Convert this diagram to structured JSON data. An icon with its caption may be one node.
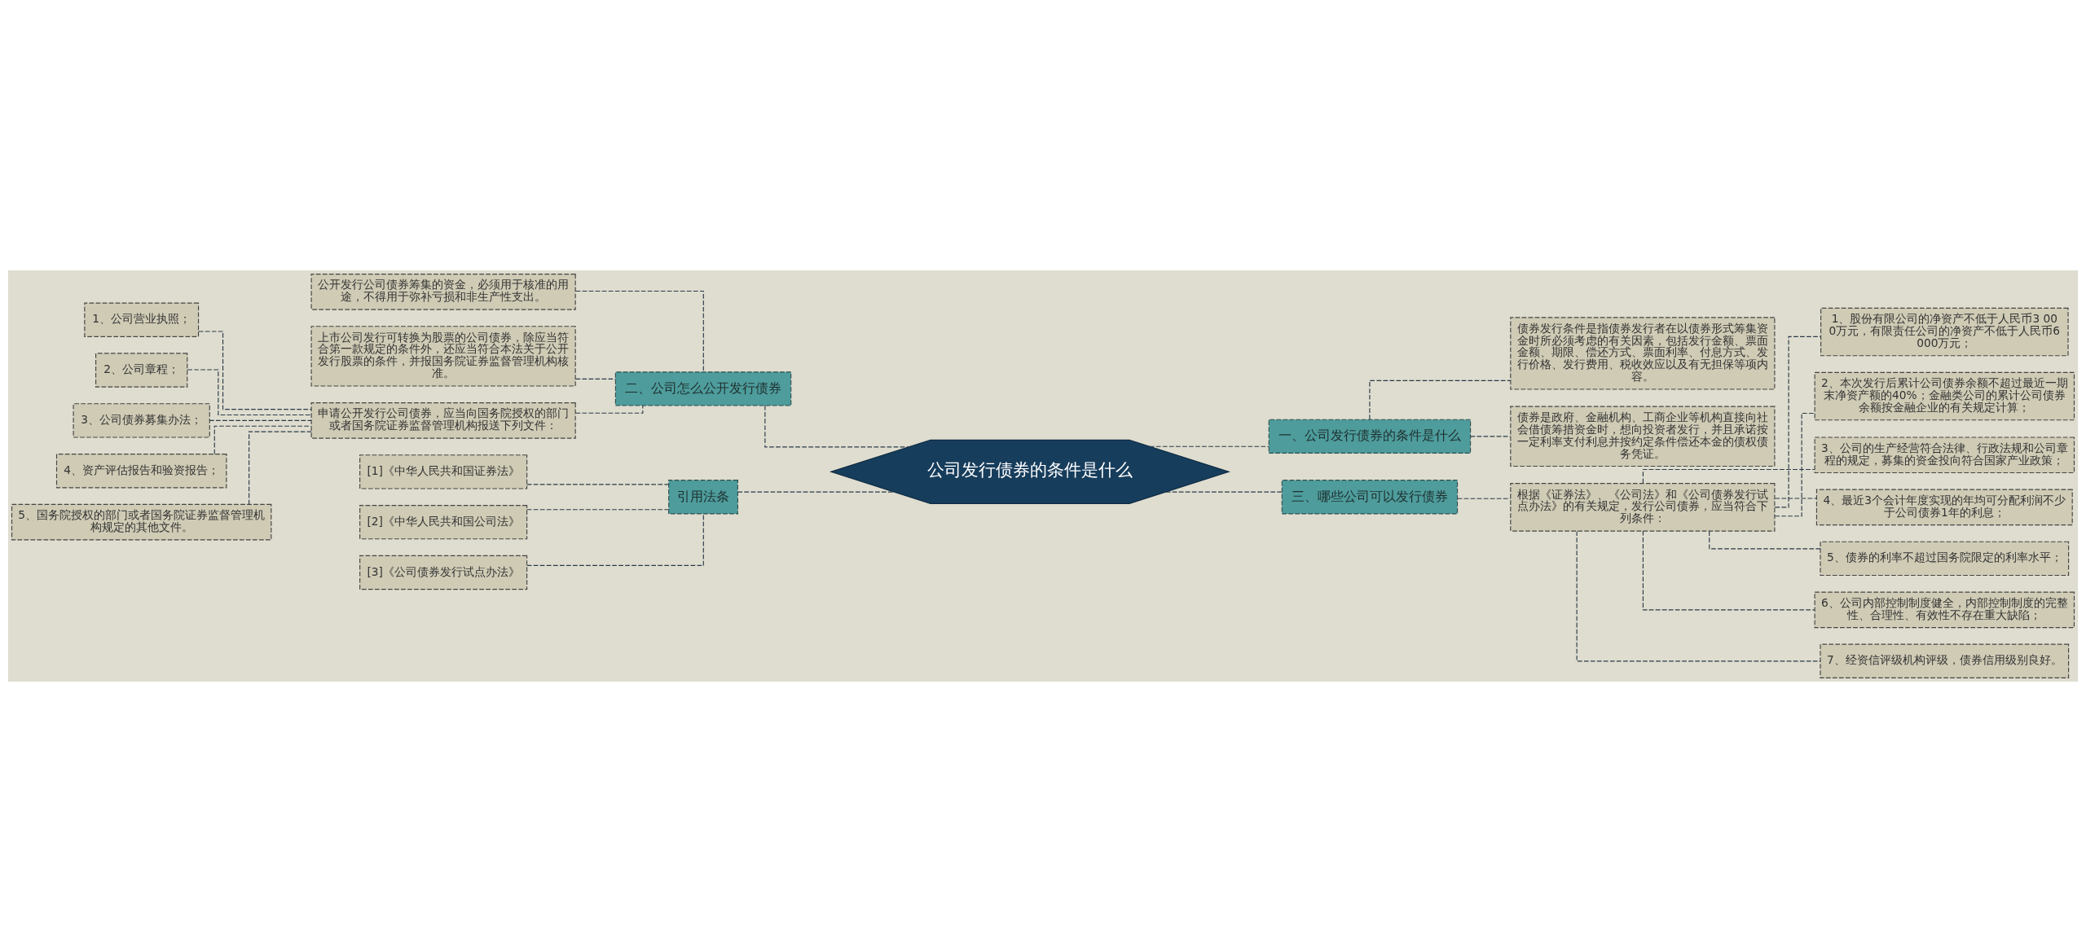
{
  "diagram": {
    "nodes": [
      {
        "text": [
          "公司发行债券的条件是什么"
        ]
      },
      {
        "text": [
          "一、公司发行债券的条件是什么"
        ]
      },
      {
        "text": [
          "债券发行条件是指债券发行者在以债券形式筹集资金时所必须考虑的有关因素，包括发行金额、票面金额、期限、偿还方式、票面利率、付息方式、发行价格、发行费用、税收效应以及有无担保等项内容。"
        ]
      },
      {
        "text": [
          "债券是政府、金融机构、工商企业等机构直接向社会借债筹措资金时，想向投资者发行，并且承诺按一定利率支付利息并按约定条件偿还本金的债权债务凭证。"
        ]
      },
      {
        "text": [
          "二、公司怎么公开发行债券"
        ]
      },
      {
        "text": [
          "公开发行公司债券筹集的资金，必须用于核准的用途，不得用于弥补亏损和非生产性支出。"
        ]
      },
      {
        "text": [
          "上市公司发行可转换为股票的公司债券，除应当符合第一款规定的条件外，还应当符合本法关于公开发行股票的条件，并报国务院证券监督管理机构核准。"
        ]
      },
      {
        "text": [
          "申请公开发行公司债券，应当向国务院授权的部门或者国务院证券监督管理机构报送下列文件："
        ]
      },
      {
        "text": [
          "1、公司营业执照；"
        ]
      },
      {
        "text": [
          "2、公司章程；"
        ]
      },
      {
        "text": [
          "3、公司债券募集办法；"
        ]
      },
      {
        "text": [
          "4、资产评估报告和验资报告；"
        ]
      },
      {
        "text": [
          "5、国务院授权的部门或者国务院证券监督管理机构规定的其他文件。"
        ]
      },
      {
        "text": [
          "三、哪些公司可以发行债券"
        ]
      },
      {
        "text": [
          "根据《证券法》、《公司法》和《公司债券发行试点办法》的有关规定，发行公司债券，应当符合下列条件："
        ]
      },
      {
        "text": [
          "1、股份有限公司的净资产不低于人民币3 000万元，有限责任公司的净资产不低于人民币6 000万元；"
        ]
      },
      {
        "text": [
          "2、本次发行后累计公司债券余额不超过最近一期末净资产额的40%；金融类公司的累计公司债券余额按金融企业的有关规定计算；"
        ]
      },
      {
        "text": [
          "3、公司的生产经营符合法律、行政法规和公司章程的规定，募集的资金投向符合国家产业政策；"
        ]
      },
      {
        "text": [
          "4、最近3个会计年度实现的年均可分配利润不少于公司债券1年的利息；"
        ]
      },
      {
        "text": [
          "5、债券的利率不超过国务院限定的利率水平；"
        ]
      },
      {
        "text": [
          "6、公司内部控制制度健全，内部控制制度的完整性、合理性、有效性不存在重大缺陷；"
        ]
      },
      {
        "text": [
          "7、经资信评级机构评级，债券信用级别良好。"
        ]
      },
      {
        "text": [
          "引用法条"
        ]
      },
      {
        "text": [
          "[1]《中华人民共和国证券法》"
        ]
      },
      {
        "text": [
          "[2]《中华人民共和国公司法》"
        ]
      },
      {
        "text": [
          "[3]《公司债券发行试点办法》"
        ]
      }
    ],
    "edges": [
      {
        "from": 0,
        "to": 1,
        "arrow": "none"
      },
      {
        "from": 1,
        "to": 2,
        "arrow": "none"
      },
      {
        "from": 1,
        "to": 3,
        "arrow": "none"
      },
      {
        "from": 0,
        "to": 4,
        "arrow": "none"
      },
      {
        "from": 4,
        "to": 5,
        "arrow": "none"
      },
      {
        "from": 4,
        "to": 6,
        "arrow": "none"
      },
      {
        "from": 4,
        "to": 7,
        "arrow": "none"
      },
      {
        "from": 7,
        "to": 8,
        "arrow": "none"
      },
      {
        "from": 7,
        "to": 9,
        "arrow": "none"
      },
      {
        "from": 7,
        "to": 10,
        "arrow": "none"
      },
      {
        "from": 7,
        "to": 11,
        "arrow": "none"
      },
      {
        "from": 7,
        "to": 12,
        "arrow": "none"
      },
      {
        "from": 0,
        "to": 13,
        "arrow": "none"
      },
      {
        "from": 13,
        "to": 14,
        "arrow": "none"
      },
      {
        "from": 14,
        "to": 15,
        "arrow": "none"
      },
      {
        "from": 14,
        "to": 16,
        "arrow": "none"
      },
      {
        "from": 14,
        "to": 17,
        "arrow": "none"
      },
      {
        "from": 14,
        "to": 18,
        "arrow": "none"
      },
      {
        "from": 14,
        "to": 19,
        "arrow": "none"
      },
      {
        "from": 14,
        "to": 20,
        "arrow": "none"
      },
      {
        "from": 14,
        "to": 21,
        "arrow": "none"
      },
      {
        "from": 0,
        "to": 22,
        "arrow": "none"
      },
      {
        "from": 22,
        "to": 23,
        "arrow": "none"
      },
      {
        "from": 22,
        "to": 24,
        "arrow": "none"
      },
      {
        "from": 22,
        "to": 25,
        "arrow": "none"
      }
    ]
  }
}
